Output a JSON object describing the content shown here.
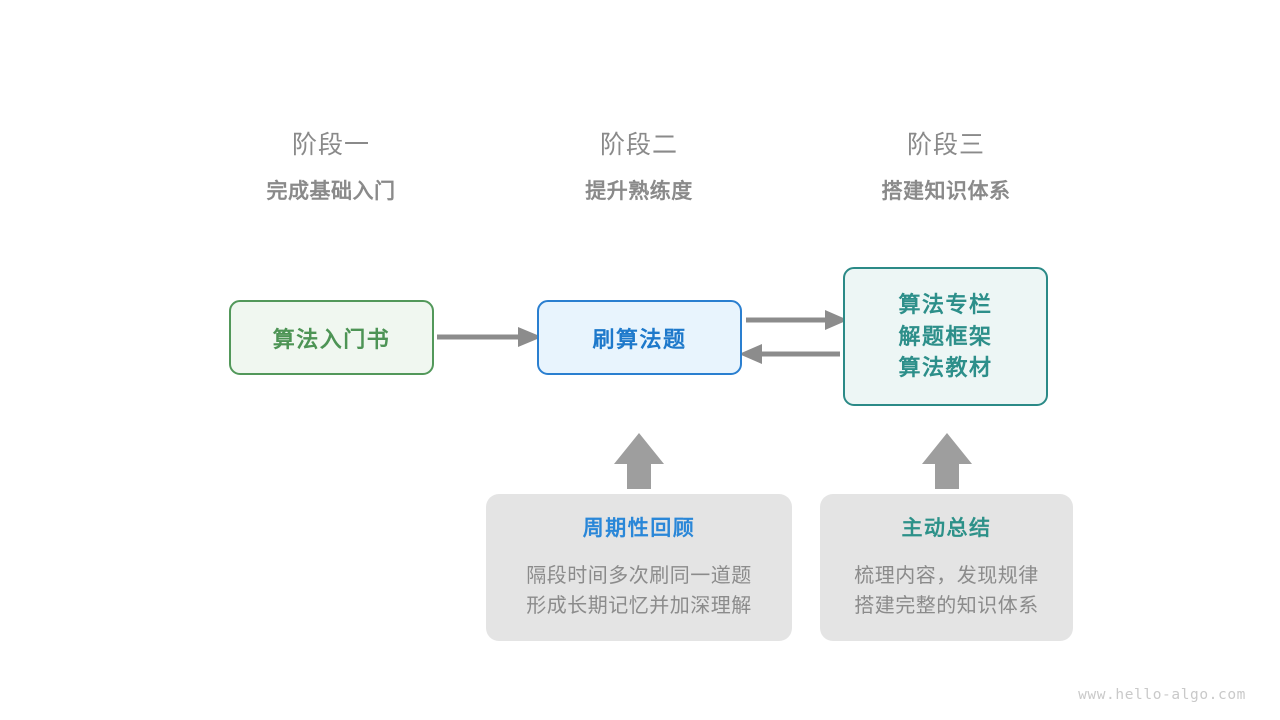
{
  "stages": [
    {
      "title": "阶段一",
      "subtitle": "完成基础入门"
    },
    {
      "title": "阶段二",
      "subtitle": "提升熟练度"
    },
    {
      "title": "阶段三",
      "subtitle": "搭建知识体系"
    }
  ],
  "nodes": {
    "book": {
      "label": "算法入门书",
      "color": "#4d9455",
      "border": "#52985a",
      "fill": "#f0f7f0"
    },
    "practice": {
      "label": "刷算法题",
      "color": "#1e79cb",
      "border": "#2a7fd0",
      "fill": "#e8f4fd"
    },
    "system": {
      "line1": "算法专栏",
      "line2": "解题框架",
      "line3": "算法教材",
      "color": "#2d8f8a",
      "border": "#2b8a87",
      "fill": "#edf6f5"
    }
  },
  "support": {
    "review": {
      "title": "周期性回顾",
      "title_color": "#2a87d8",
      "line1": "隔段时间多次刷同一道题",
      "line2": "形成长期记忆并加深理解"
    },
    "summary": {
      "title": "主动总结",
      "title_color": "#2d9189",
      "line1": "梳理内容，发现规律",
      "line2": "搭建完整的知识体系"
    }
  },
  "arrows": {
    "book_to_practice": "arrow-right-icon",
    "practice_to_system": "arrow-right-icon",
    "system_to_practice": "arrow-left-icon",
    "review_to_practice": "arrow-up-icon",
    "summary_to_system": "arrow-up-icon",
    "color": "#8c8c8c"
  },
  "watermark": "www.hello-algo.com"
}
